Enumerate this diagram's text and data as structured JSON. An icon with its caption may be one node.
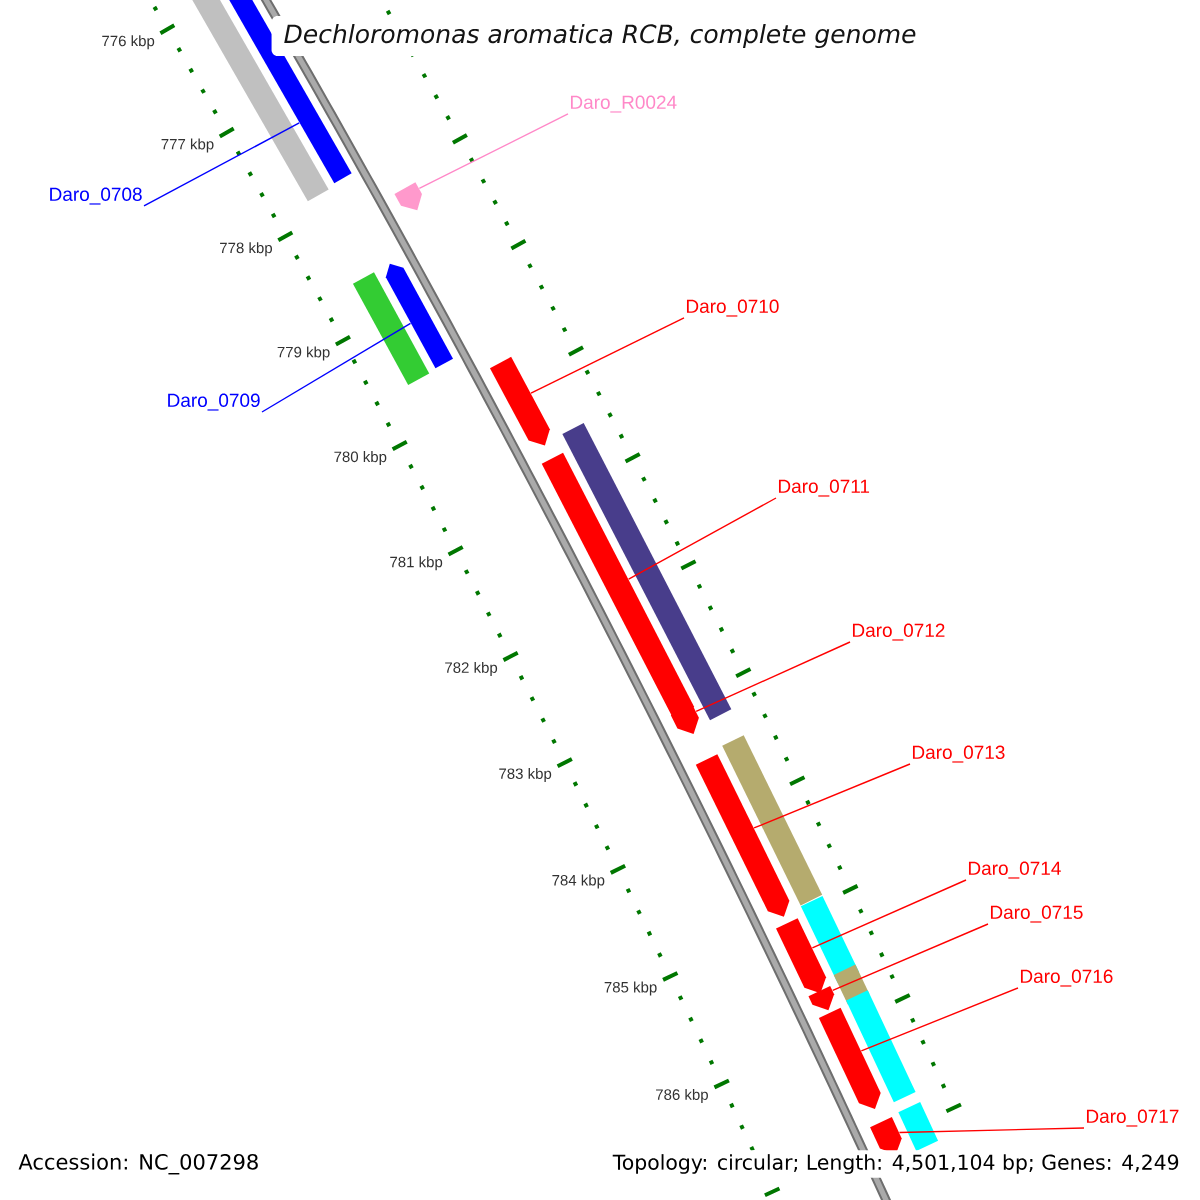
{
  "diagram": {
    "title": "Dechloromonas aromatica RCB, complete genome",
    "nodes": [
      {
        "text": [
          "Daro_R0024"
        ]
      },
      {
        "text": [
          "Daro_0708"
        ]
      },
      {
        "text": [
          "Daro_0710"
        ]
      },
      {
        "text": [
          "Daro_0709"
        ]
      },
      {
        "text": [
          "Daro_0711"
        ]
      },
      {
        "text": [
          "Daro_0712"
        ]
      },
      {
        "text": [
          "Daro_0713"
        ]
      },
      {
        "text": [
          "Daro_0714"
        ]
      },
      {
        "text": [
          "Daro_0715"
        ]
      },
      {
        "text": [
          "Daro_0716"
        ]
      },
      {
        "text": [
          "Daro_0717"
        ]
      },
      {
        "text": [],
        "shape": "bar"
      },
      {
        "text": [],
        "shape": "bar"
      },
      {
        "text": [],
        "shape": "arrow"
      },
      {
        "text": [],
        "shape": "bar"
      },
      {
        "text": [],
        "shape": "arrow"
      },
      {
        "text": [],
        "shape": "arrow"
      },
      {
        "text": [],
        "shape": "bar"
      },
      {
        "text": [],
        "shape": "arrow"
      },
      {
        "text": [],
        "shape": "arrow"
      },
      {
        "text": [],
        "shape": "bar"
      },
      {
        "text": [],
        "shape": "arrow"
      },
      {
        "text": [],
        "shape": "bar"
      },
      {
        "text": [],
        "shape": "arrow"
      },
      {
        "text": [],
        "shape": "bar"
      },
      {
        "text": [],
        "shape": "bar"
      },
      {
        "text": [],
        "shape": "arrow"
      },
      {
        "text": [],
        "shape": "arrow"
      },
      {
        "text": [],
        "shape": "bar"
      },
      {
        "text": [],
        "shape": "arrow"
      }
    ],
    "edges": [
      {
        "from": 0,
        "to": 13,
        "arrow": "none",
        "color": "#ff88c8"
      },
      {
        "from": 1,
        "to": 12,
        "arrow": "none",
        "color": "#0000ff"
      },
      {
        "from": 2,
        "to": 16,
        "arrow": "none"
      },
      {
        "from": 3,
        "to": 15,
        "arrow": "none",
        "color": "#0000ff"
      },
      {
        "from": 4,
        "to": 18,
        "arrow": "none"
      },
      {
        "from": 5,
        "to": 19,
        "arrow": "none"
      },
      {
        "from": 6,
        "to": 21,
        "arrow": "none"
      },
      {
        "from": 7,
        "to": 23,
        "arrow": "none"
      },
      {
        "from": 8,
        "to": 26,
        "arrow": "none"
      },
      {
        "from": 9,
        "to": 27,
        "arrow": "none"
      },
      {
        "from": 10,
        "to": 29,
        "arrow": "none"
      }
    ],
    "labels": [
      "776 kbp",
      "777 kbp",
      "778 kbp",
      "779 kbp",
      "780 kbp",
      "781 kbp",
      "782 kbp",
      "783 kbp",
      "784 kbp",
      "785 kbp",
      "786 kbp",
      "Accession: NC_007298",
      "Topology: circular; Length: 4,501,104 bp; Genes: 4,249"
    ]
  }
}
